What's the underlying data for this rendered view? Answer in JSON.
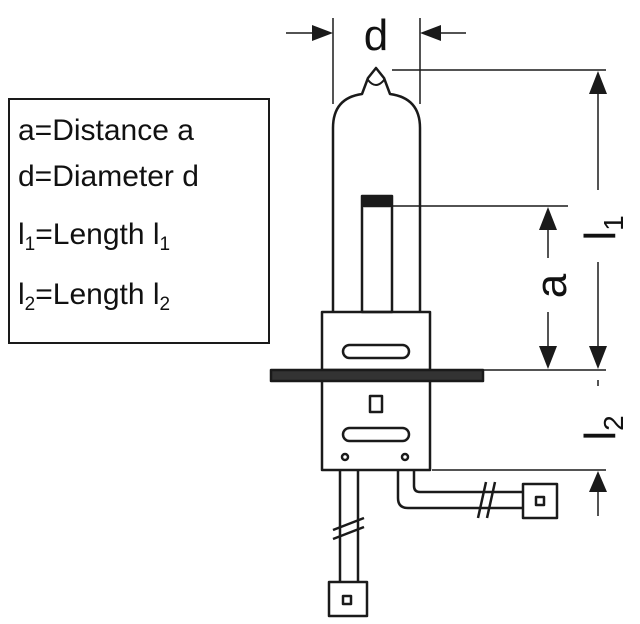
{
  "legend": {
    "line1": "a=Distance a",
    "line2": "d=Diameter d",
    "line3_pre": "l",
    "line3_sub": "1",
    "line3_mid": "=Length l",
    "line3_sub2": "1",
    "line4_pre": "l",
    "line4_sub": "2",
    "line4_mid": "=Length l",
    "line4_sub2": "2"
  },
  "dimensions": {
    "d_label": "d",
    "a_label": "a",
    "l1_label": "l",
    "l1_sub": "1",
    "l2_label": "l",
    "l2_sub": "2"
  }
}
